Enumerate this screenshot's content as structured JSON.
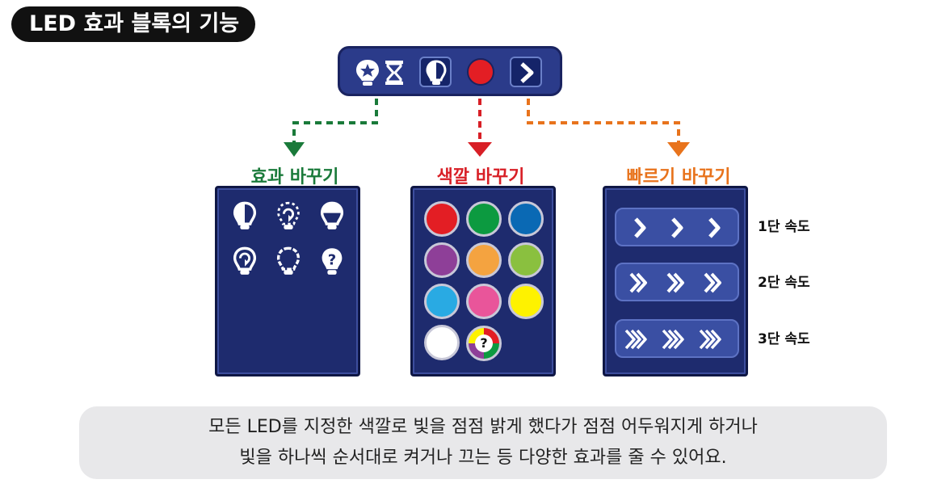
{
  "title": "LED 효과 블록의 기능",
  "colors": {
    "block_bg": "#2b3b8a",
    "panel_bg": "#1e2b6e",
    "effect": "#1a7a3a",
    "color": "#d81f26",
    "speed": "#e8731c"
  },
  "block": {
    "icons": [
      "star-bulb-icon",
      "hourglass-icon",
      "half-bulb-icon",
      "red-circle-icon",
      "chevron-right-icon"
    ]
  },
  "effect_panel": {
    "heading": "효과 바꾸기",
    "icons": [
      "half-bulb-icon",
      "dashed-rotate-bulb-icon",
      "top-fill-bulb-icon",
      "rotate-bulb-icon",
      "sparkle-bulb-icon",
      "question-bulb-icon"
    ]
  },
  "color_panel": {
    "heading": "색깔 바꾸기",
    "swatches": [
      "#e31e24",
      "#0c9a40",
      "#0a69b4",
      "#8e3f98",
      "#f4a340",
      "#8ac03f",
      "#29aae3",
      "#e9559a",
      "#fef200",
      "#ffffff"
    ],
    "random_label": "?"
  },
  "speed_panel": {
    "heading": "빠르기 바꾸기",
    "levels": [
      "1단 속도",
      "2단 속도",
      "3단 속도"
    ]
  },
  "caption": {
    "line1": "모든 LED를 지정한 색깔로 빛을 점점 밝게 했다가 점점 어두워지게 하거나",
    "line2": "빛을 하나씩 순서대로 켜거나 끄는 등 다양한 효과를 줄 수 있어요."
  }
}
